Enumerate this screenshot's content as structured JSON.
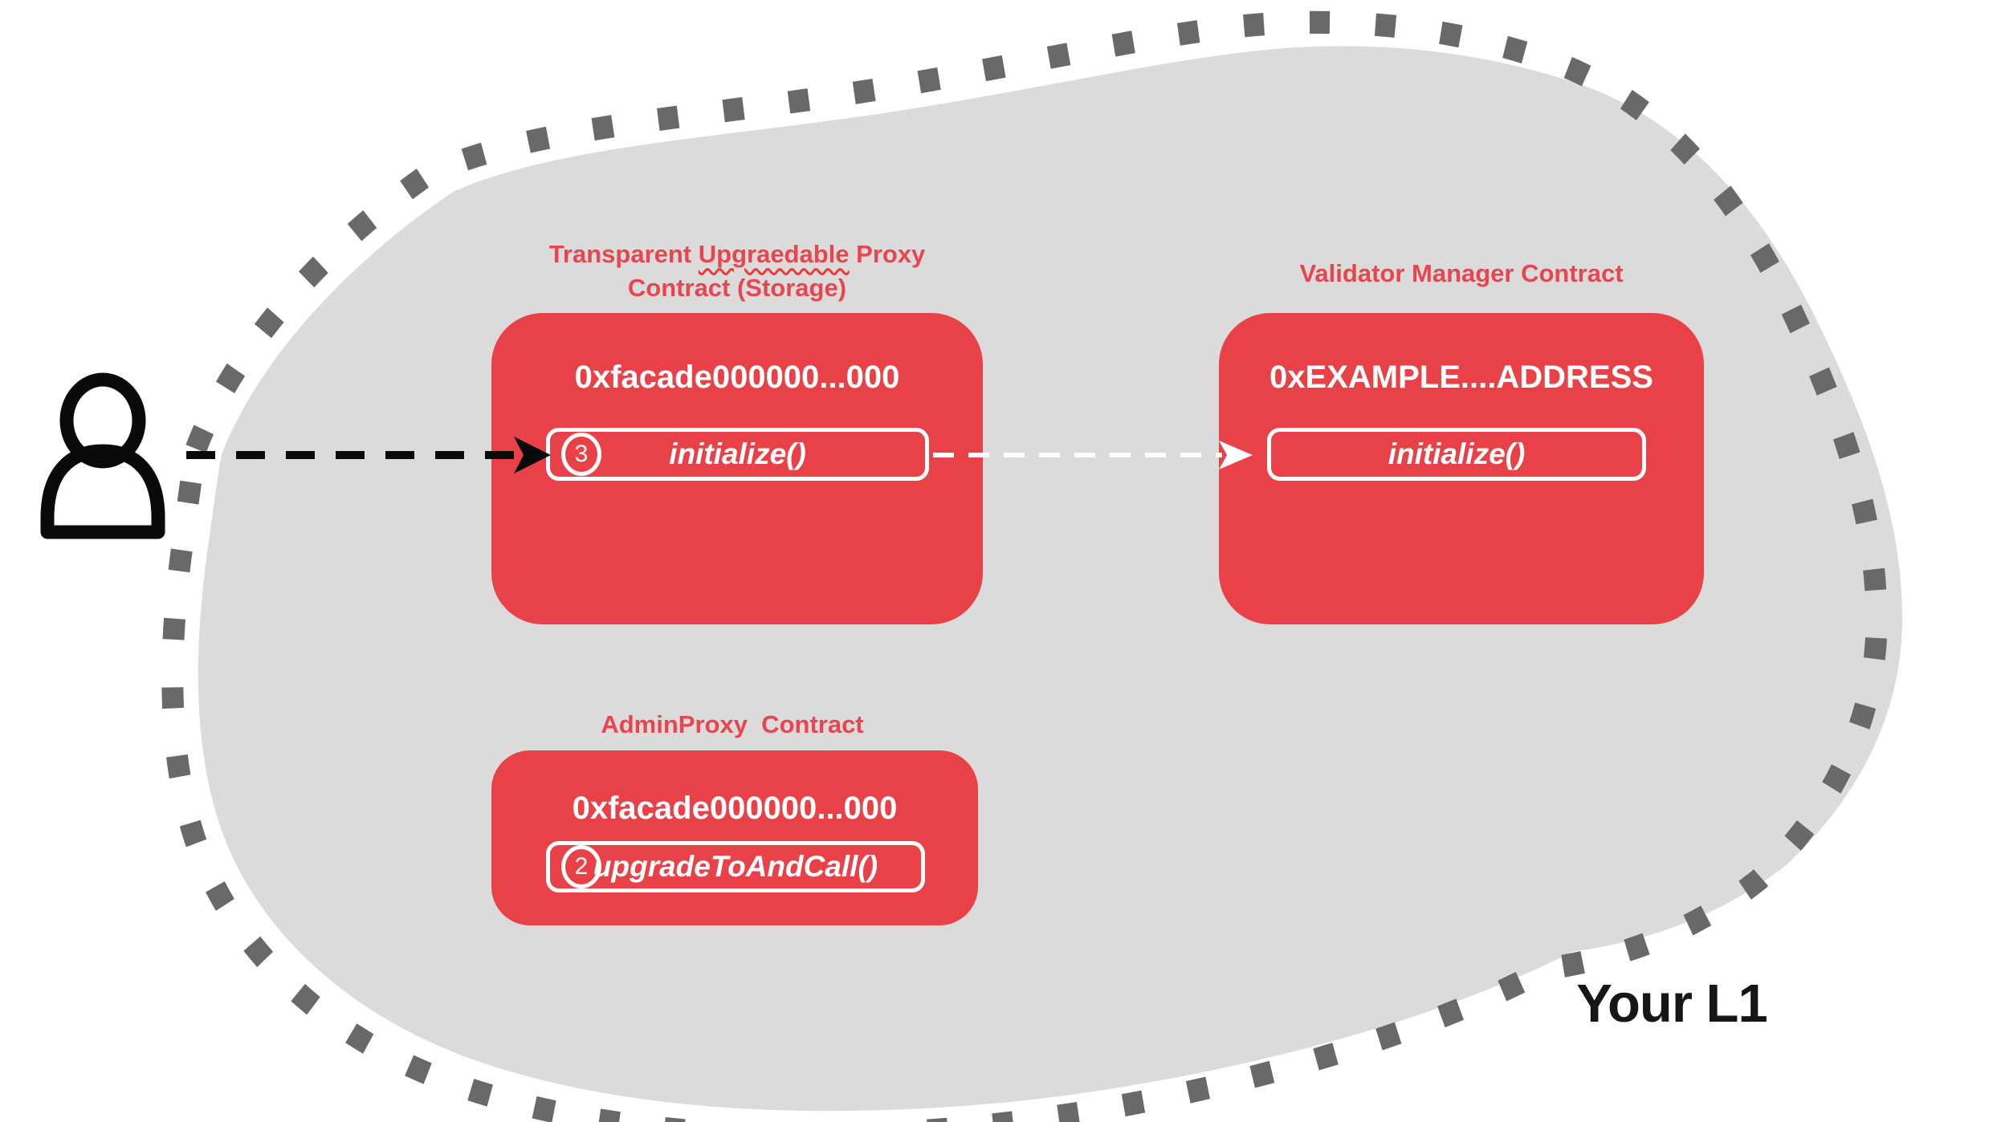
{
  "diagram": {
    "region_label": "Your L1",
    "actor": "user",
    "colors": {
      "box_red": "#e84248",
      "title_red": "#e8464e",
      "blob_gray": "#dbdbdb",
      "dots_gray": "#696969",
      "ink_black": "#111111",
      "white": "#ffffff"
    },
    "contracts": {
      "proxy": {
        "title_part1": "Transparent ",
        "title_misspelled_word": "Upgraedable",
        "title_part2": " Proxy",
        "title_line2": "Contract (Storage)",
        "address": "0xfacade000000...000",
        "method_step": "3",
        "method_label": "initialize()"
      },
      "validator_manager": {
        "title": "Validator Manager Contract",
        "address": "0xEXAMPLE....ADDRESS",
        "method_label": "initialize()"
      },
      "admin_proxy": {
        "title": "AdminProxy  Contract",
        "address": "0xfacade000000...000",
        "method_step": "2",
        "method_label": "upgradeToAndCall()"
      }
    }
  }
}
